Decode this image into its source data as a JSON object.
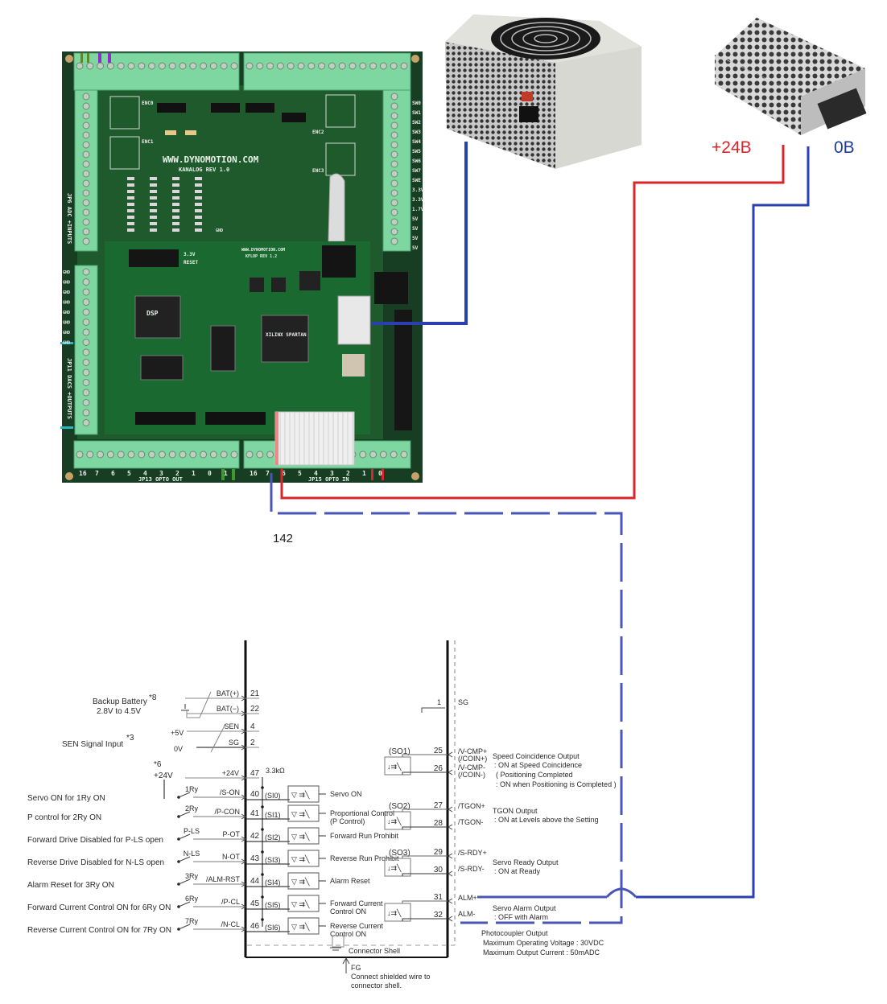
{
  "colors": {
    "red_wire": "#d8262b",
    "blue_wire": "#2a3fb0",
    "dashed_wire": "#4a55b8",
    "pcb_green": "#1f4a2a",
    "terminal_green": "#6fcf97",
    "label_red": "#d8262b",
    "label_blue": "#1f3b9a"
  },
  "power_labels": {
    "plus": "+24B",
    "zero": "0B"
  },
  "wire_note": "142",
  "pcb": {
    "website": "WWW.DYNOMOTION.COM",
    "board_name": "KANALOG REV 1.0",
    "kflop_website": "WWW.DYNOMOTION.COM",
    "kflop_name": "KFLOP  REV  1.2",
    "chip_dsp": "DSP",
    "chip_fpga": "XILINX SPARTAN",
    "reset": "RESET",
    "v33": "3.3V",
    "gnd": "GND",
    "enc": [
      "ENC0",
      "ENC1",
      "ENC2",
      "ENC3"
    ],
    "jp13": "JP13  OPTO  OUT",
    "jp15": "JP15  OPTO  IN",
    "jp11": "JP11 DACS +OUTPUTS",
    "jp6": "JP6 ADC +INPUTS",
    "right_pins": [
      "SW0",
      "SW1",
      "SW2",
      "SW3",
      "SW4",
      "SW5",
      "SW6",
      "SW7",
      "SWE",
      "3.3V",
      "3.3V",
      "1.7V",
      "5V",
      "5V",
      "5V",
      "5V"
    ],
    "left_gnd": [
      "GND",
      "GND",
      "GND",
      "GND",
      "GND",
      "GND",
      "GND",
      "GND"
    ],
    "bottom_left_nums": [
      "16",
      "7",
      "6",
      "5",
      "4",
      "3",
      "2",
      "1",
      "0",
      "1"
    ],
    "bottom_right_nums": [
      "16",
      "7",
      "6",
      "5",
      "4",
      "3",
      "2",
      "1",
      "0"
    ]
  },
  "schematic": {
    "left_labels": {
      "battery": "Backup Battery",
      "battery_range": "2.8V to 4.5V",
      "battery_note": "*8",
      "sen_input": "SEN Signal Input",
      "sen_note": "*3",
      "note6": "*6",
      "v24": "+24V",
      "v5": "+5V",
      "v0": "0V"
    },
    "input_rows": [
      {
        "desc": "Servo ON for 1Ry ON",
        "relay": "1Ry",
        "signal": "/S-ON",
        "pin": "40",
        "si": "(SI0)",
        "func": "Servo ON"
      },
      {
        "desc": "P control for 2Ry ON",
        "relay": "2Ry",
        "signal": "/P-CON",
        "pin": "41",
        "si": "(SI1)",
        "func": "Proportional Control",
        "func2": "(P Control)"
      },
      {
        "desc": "Forward Drive Disabled for P-LS open",
        "relay": "P-LS",
        "signal": "P-OT",
        "pin": "42",
        "si": "(SI2)",
        "func": "Forward Run Prohibit"
      },
      {
        "desc": "Reverse Drive Disabled for N-LS open",
        "relay": "N-LS",
        "signal": "N-OT",
        "pin": "43",
        "si": "(SI3)",
        "func": "Reverse Run Prohibit"
      },
      {
        "desc": "Alarm Reset for 3Ry ON",
        "relay": "3Ry",
        "signal": "/ALM-RST",
        "pin": "44",
        "si": "(SI4)",
        "func": "Alarm Reset"
      },
      {
        "desc": "Forward Current Control ON for 6Ry ON",
        "relay": "6Ry",
        "signal": "/P-CL",
        "pin": "45",
        "si": "(SI5)",
        "func": "Forward Current",
        "func2": "Control ON"
      },
      {
        "desc": "Reverse Current Control ON for 7Ry ON",
        "relay": "7Ry",
        "signal": "/N-CL",
        "pin": "46",
        "si": "(SI6)",
        "func": "Reverse Current",
        "func2": "Control ON"
      }
    ],
    "top_pins": [
      {
        "signal": "BAT(+)",
        "pin": "21"
      },
      {
        "signal": "BAT(−)",
        "pin": "22"
      },
      {
        "signal": "SEN",
        "pin": "4"
      },
      {
        "signal": "SG",
        "pin": "2"
      },
      {
        "signal": "+24V",
        "pin": "47"
      }
    ],
    "resistor": "3.3kΩ",
    "sg_right": {
      "pin": "1",
      "signal": "SG"
    },
    "outputs": [
      {
        "so": "(SO1)",
        "pin_a": "25",
        "pin_b": "26",
        "sig_a": "/V-CMP+",
        "sig_a2": "(/COIN+)",
        "sig_b": "/V-CMP-",
        "sig_b2": "(/COIN-)",
        "title": "Speed Coincidence Output",
        "line1": ": ON at Speed Coincidence",
        "line2": "( Positioning Completed",
        "line3": ": ON when Positioning is Completed )"
      },
      {
        "so": "(SO2)",
        "pin_a": "27",
        "pin_b": "28",
        "sig_a": "/TGON+",
        "sig_b": "/TGON-",
        "title": "TGON Output",
        "line1": ": ON at Levels above the Setting"
      },
      {
        "so": "(SO3)",
        "pin_a": "29",
        "pin_b": "30",
        "sig_a": "/S-RDY+",
        "sig_b": "/S-RDY-",
        "title": "Servo Ready Output",
        "line1": ": ON at Ready"
      },
      {
        "so": "",
        "pin_a": "31",
        "pin_b": "32",
        "sig_a": "ALM+",
        "sig_b": "ALM-",
        "title": "Servo Alarm Output",
        "line1": ": OFF with Alarm"
      }
    ],
    "photocoupler": {
      "title": "Photocoupler Output",
      "line1": "Maximum Operating Voltage : 30VDC",
      "line2": "Maximum Output Current     : 50mADC"
    },
    "shell": "Connector Shell",
    "fg": "FG",
    "fg_note1": "Connect shielded wire to",
    "fg_note2": "connector shell."
  }
}
